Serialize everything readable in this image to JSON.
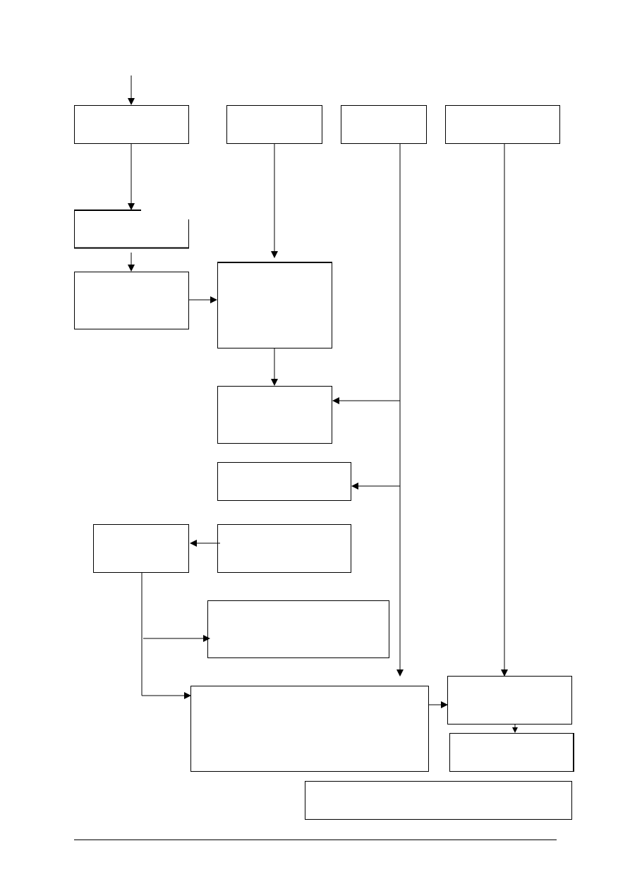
{
  "diagram": {
    "nodes": [
      {
        "id": "box-a1",
        "label": ""
      },
      {
        "id": "box-b1",
        "label": ""
      },
      {
        "id": "box-c1",
        "label": ""
      },
      {
        "id": "box-d1",
        "label": ""
      },
      {
        "id": "box-a2",
        "label": ""
      },
      {
        "id": "box-a3",
        "label": ""
      },
      {
        "id": "box-b2",
        "label": ""
      },
      {
        "id": "box-b3",
        "label": ""
      },
      {
        "id": "box-b4",
        "label": ""
      },
      {
        "id": "box-b5",
        "label": ""
      },
      {
        "id": "box-a4",
        "label": ""
      },
      {
        "id": "box-e1",
        "label": ""
      },
      {
        "id": "box-e2",
        "label": ""
      },
      {
        "id": "box-d2",
        "label": ""
      },
      {
        "id": "box-d3",
        "label": ""
      },
      {
        "id": "box-f1",
        "label": ""
      }
    ],
    "edges": [
      {
        "from": "entry",
        "to": "box-a1"
      },
      {
        "from": "box-a1",
        "to": "box-a2"
      },
      {
        "from": "box-a2",
        "to": "box-a3"
      },
      {
        "from": "box-a3",
        "to": "box-b2"
      },
      {
        "from": "box-b1",
        "to": "box-b2"
      },
      {
        "from": "box-b2",
        "to": "box-b3"
      },
      {
        "from": "box-c1",
        "to": "box-b3"
      },
      {
        "from": "box-c1",
        "to": "box-b4"
      },
      {
        "from": "box-c1",
        "to": "box-e2"
      },
      {
        "from": "box-b5",
        "to": "box-a4"
      },
      {
        "from": "box-a4",
        "to": "box-e1"
      },
      {
        "from": "box-a4",
        "to": "box-e2"
      },
      {
        "from": "box-e2",
        "to": "box-d2"
      },
      {
        "from": "box-d1",
        "to": "box-d2"
      },
      {
        "from": "box-d2",
        "to": "box-d3"
      }
    ]
  }
}
